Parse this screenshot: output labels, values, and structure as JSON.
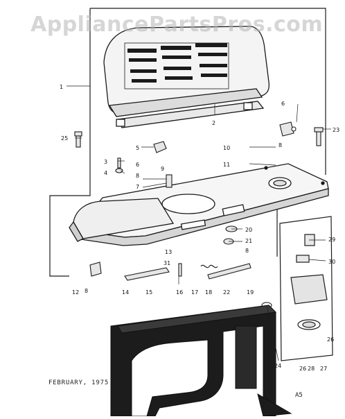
{
  "watermark": "AppliancePartsPros.com",
  "footer": {
    "date": "FEBRUARY, 1975",
    "page": "A5"
  },
  "callouts": [
    "1",
    "2",
    "3",
    "4",
    "5",
    "6",
    "7",
    "8",
    "9",
    "10",
    "11",
    "12",
    "13",
    "14",
    "15",
    "16",
    "17",
    "18",
    "19",
    "20",
    "21",
    "22",
    "23",
    "24",
    "25",
    "26",
    "27",
    "28",
    "29",
    "30",
    "31"
  ],
  "colors": {
    "ink": "#1a1a1a",
    "paper": "#ffffff",
    "watermark": "#b4b4b4"
  }
}
